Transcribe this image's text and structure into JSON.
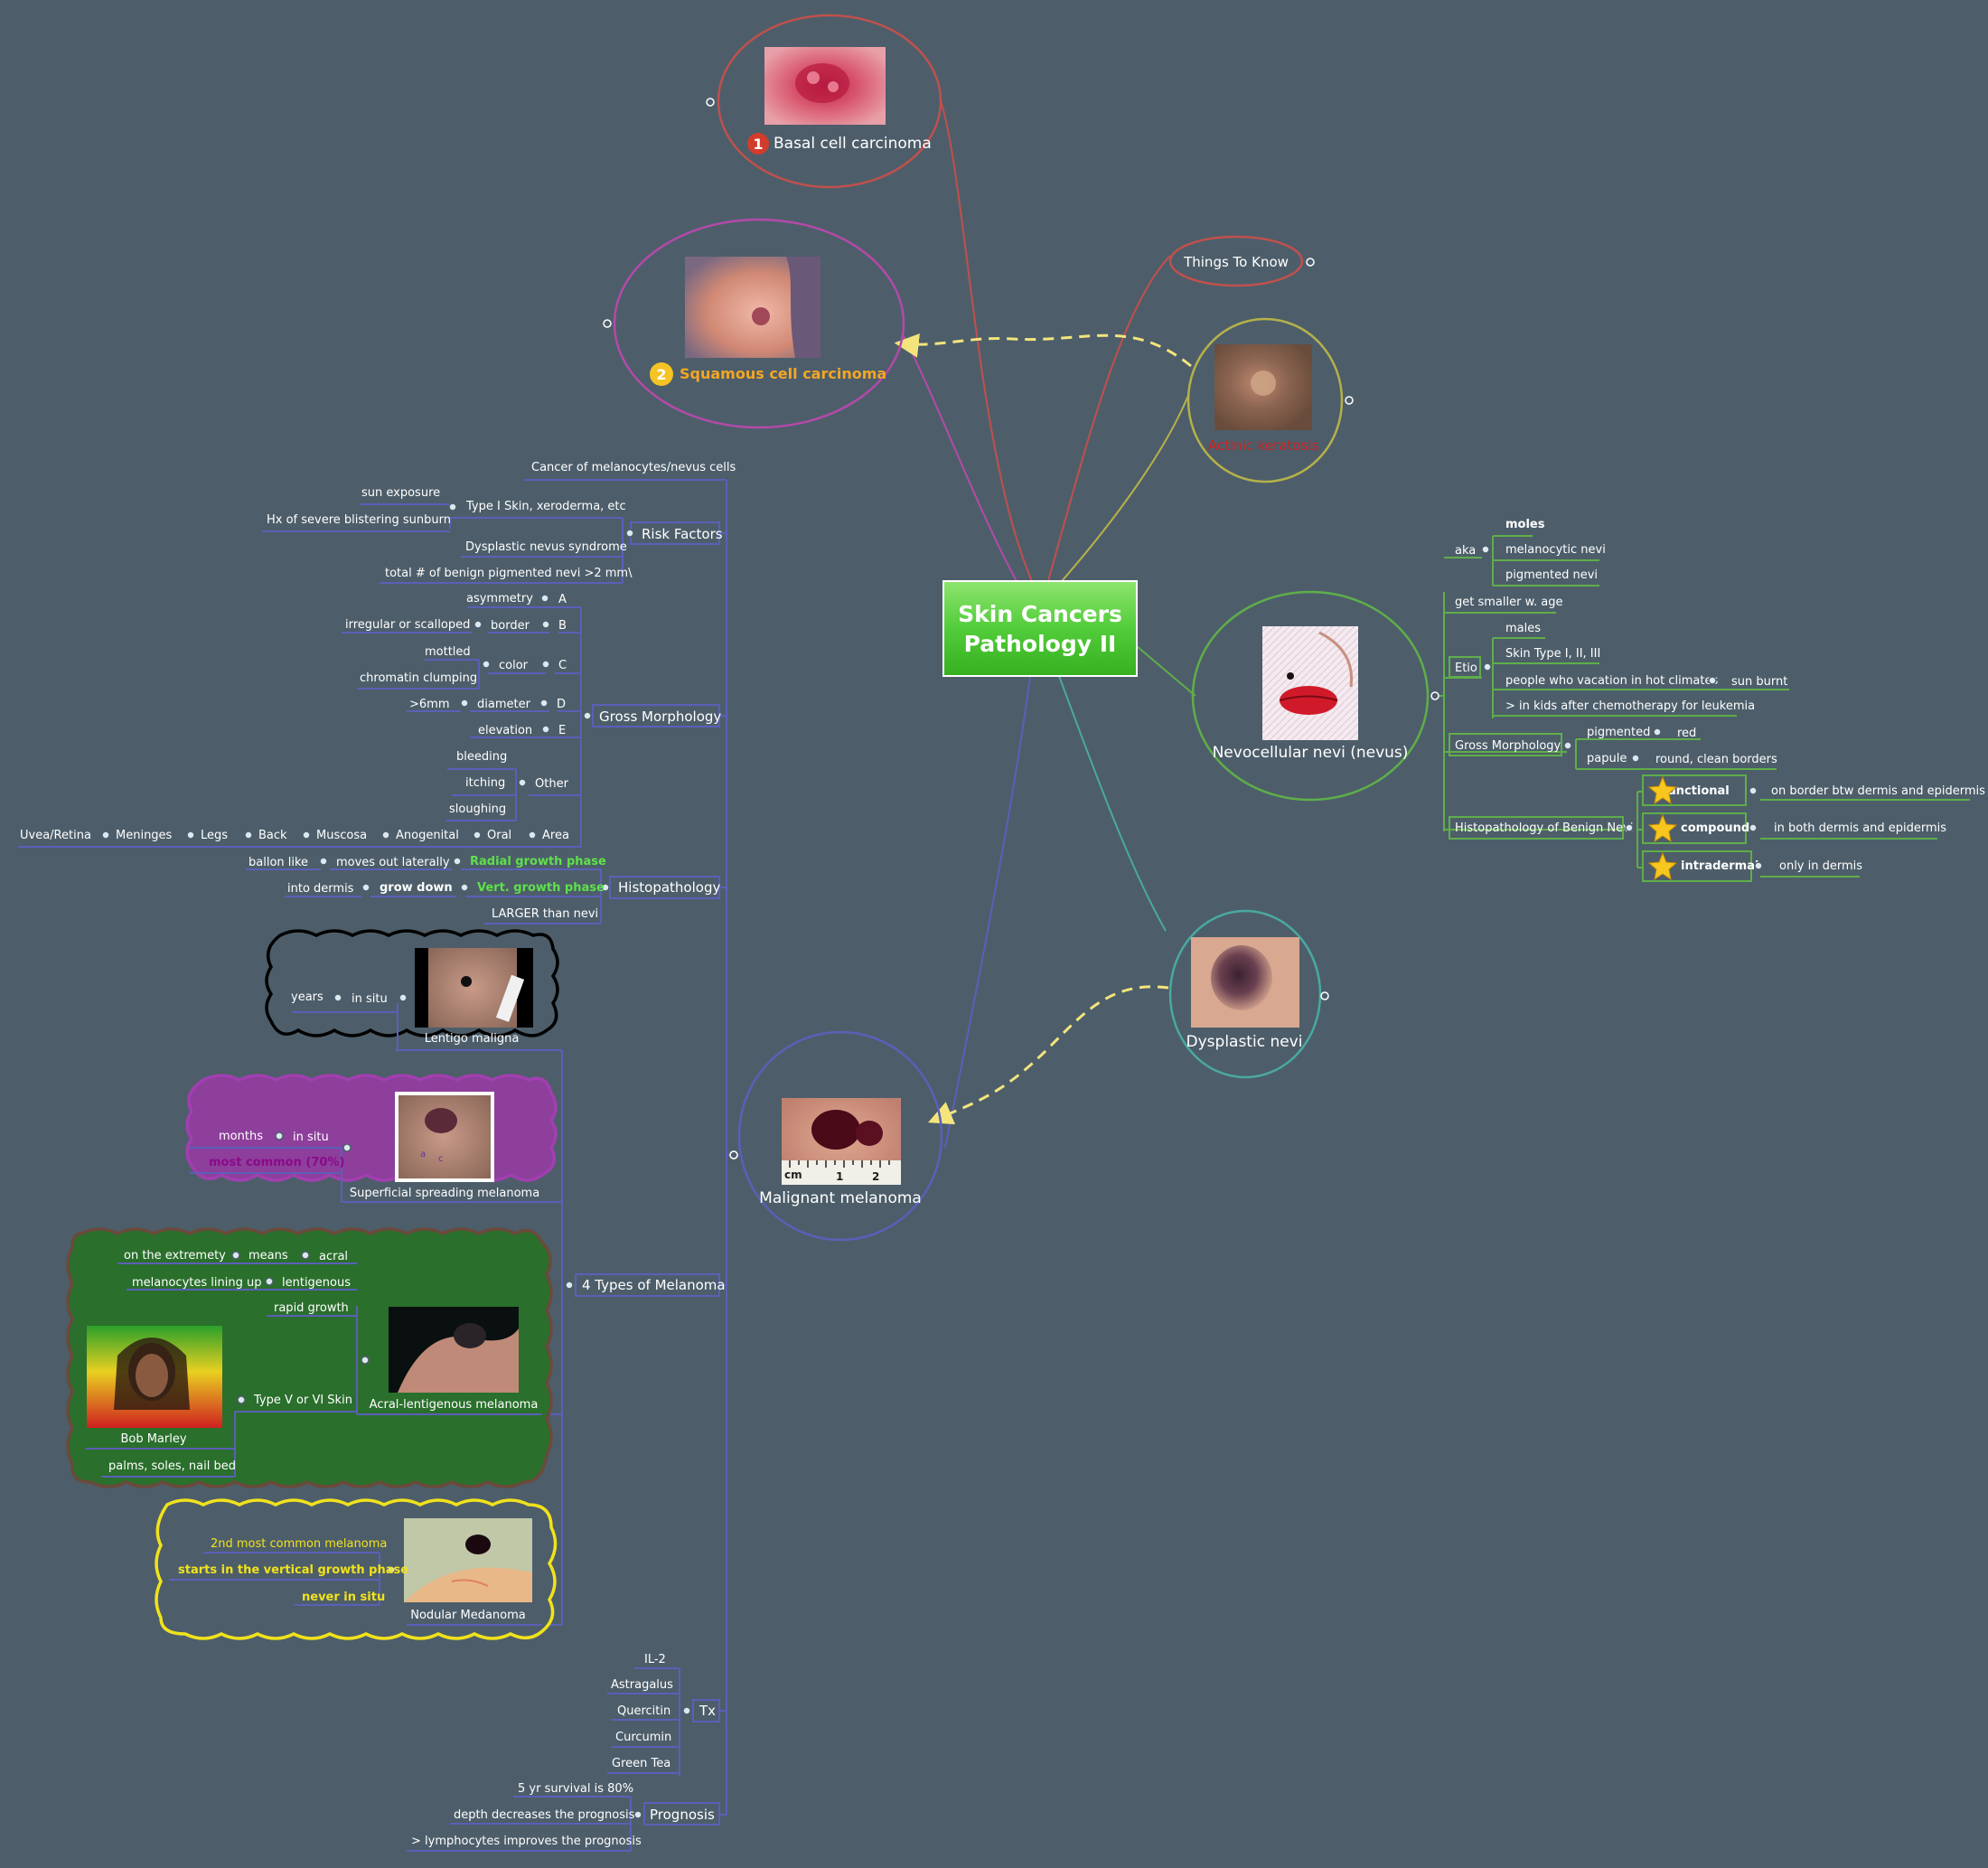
{
  "central": {
    "line1": "Skin Cancers",
    "line2": "Pathology II"
  },
  "basal": {
    "label": "Basal cell carcinoma",
    "number": "1"
  },
  "squamous": {
    "label": "Squamous cell carcinoma",
    "number": "2"
  },
  "things": {
    "label": "Things To Know"
  },
  "actinic": {
    "label": "Actinic keratosis"
  },
  "nevus": {
    "label": "Nevocellular nevi (nevus)",
    "aka": "aka",
    "moles": "moles",
    "melanocytic": "melanocytic nevi",
    "pigmented_nevi": "pigmented nevi",
    "smaller": "get smaller w. age",
    "etio": "Etio",
    "males": "males",
    "skin_type": "Skin Type I, II, III",
    "vacation": "people who vacation in hot climates",
    "sunburnt": "sun burnt",
    "kids": "> in kids after chemotherapy for leukemia",
    "gross": "Gross Morphology",
    "pigmented": "pigmented",
    "red": "red",
    "papule": "papule",
    "round": "round, clean borders",
    "histo": "Histopathology of Benign Nevi",
    "junctional": "junctional",
    "junctional_desc": "on border btw dermis and epidermis",
    "compound": "compound",
    "compound_desc": "in both dermis and epidermis",
    "intradermal": "intradermal",
    "intradermal_desc": "only in dermis"
  },
  "dysplastic": {
    "label": "Dysplastic nevi"
  },
  "melanoma": {
    "label": "Malignant melanoma",
    "cancer": "Cancer of melanocytes/nevus cells",
    "risk": {
      "label": "Risk Factors",
      "sun": "sun exposure",
      "type1": "Type I Skin, xeroderma, etc",
      "hx": "Hx of severe blistering sunburn",
      "dns": "Dysplastic nevus syndrome",
      "total": "total # of benign pigmented nevi >2 mm\\"
    },
    "gross": {
      "label": "Gross Morphology",
      "asym": "asymmetry",
      "A": "A",
      "irregular": "irregular or scalloped",
      "border": "border",
      "B": "B",
      "mottled": "mottled",
      "color": "color",
      "C": "C",
      "chromatin": "chromatin clumping",
      "six": ">6mm",
      "diameter": "diameter",
      "D": "D",
      "elevation": "elevation",
      "E": "E",
      "bleeding": "bleeding",
      "itching": "itching",
      "other": "Other",
      "sloughing": "sloughing",
      "area_chain": [
        "Uvea/Retina",
        "Meninges",
        "Legs",
        "Back",
        "Muscosa",
        "Anogenital",
        "Oral",
        "Area"
      ]
    },
    "histo": {
      "label": "Histopathology",
      "ballon": "ballon like",
      "laterally": "moves out laterally",
      "radial": "Radial growth phase",
      "into": "into dermis",
      "grow": "grow down",
      "vert": "Vert. growth phase",
      "larger": "LARGER than nevi"
    },
    "lentigo": {
      "label": "Lentigo maligna",
      "years": "years",
      "insitu": "in situ"
    },
    "superficial": {
      "label": "Superficial spreading melanoma",
      "months": "months",
      "insitu": "in situ",
      "common": "most common (70%)"
    },
    "acral": {
      "label": "Acral-lentigenous melanoma",
      "extremety": "on the extremety",
      "means": "means",
      "acral": "acral",
      "lining": "melanocytes lining up",
      "lentigenous": "lentigenous",
      "rapid": "rapid growth",
      "type": "Type V or VI Skin",
      "bob": "Bob Marley",
      "palms": "palms, soles, nail bed"
    },
    "nodular": {
      "label": "Nodular Medanoma",
      "second": "2nd most common melanoma",
      "starts": "starts in the vertical growth phase",
      "never": "never in situ"
    },
    "four": "4 Types of Melanoma",
    "tx": {
      "label": "Tx",
      "items": [
        "IL-2",
        "Astragalus",
        "Quercitin",
        "Curcumin",
        "Green Tea"
      ]
    },
    "prognosis": {
      "label": "Prognosis",
      "survival": "5 yr survival is 80%",
      "depth": "depth decreases the prognosis",
      "lymph": "> lymphocytes improves the prognosis"
    },
    "scale": {
      "cm": "cm",
      "one": "1",
      "two": "2"
    }
  },
  "colors": {
    "background": "#4d5e6a",
    "central": "#4ccd3a",
    "basal": "#c0504d",
    "squamous": "#b34aa8",
    "actinic": "#b5b14a",
    "nevus": "#5fae4a",
    "dysplastic": "#4aa9a0",
    "melanoma": "#5b5fb8",
    "dashed": "#f3e57c"
  }
}
